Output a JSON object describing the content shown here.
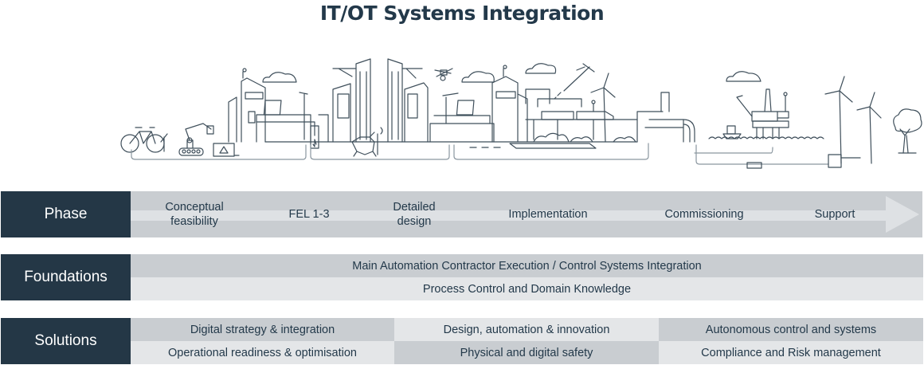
{
  "title": "IT/OT Systems Integration",
  "colors": {
    "navy": "#243746",
    "band_dark": "#c9cdd1",
    "band_light": "#e4e6e8",
    "text": "#23394a",
    "line_art": "#3f4f5b"
  },
  "illustration": {
    "description": "Line-art panorama: bicycle, robotic arm on conveyor, recycling bin, city buildings with solar panels, street lamp, EV charger, robot dog, drone, clouds, airplane, monorail train, wind turbines, factory, offshore oil platform, boat, sea waves, underground cables, tree"
  },
  "phase": {
    "label": "Phase",
    "steps": [
      {
        "label": "Conceptual\nfeasibility"
      },
      {
        "label": "FEL 1-3"
      },
      {
        "label": "Detailed\ndesign"
      },
      {
        "label": "Implementation"
      },
      {
        "label": "Commissioning"
      },
      {
        "label": "Support"
      }
    ]
  },
  "foundations": {
    "label": "Foundations",
    "rows": [
      {
        "label": "Main Automation Contractor Execution / Control Systems Integration"
      },
      {
        "label": "Process Control and Domain Knowledge"
      }
    ]
  },
  "solutions": {
    "label": "Solutions",
    "cells": [
      {
        "label": "Digital strategy & integration"
      },
      {
        "label": "Design, automation & innovation"
      },
      {
        "label": "Autonomous control and systems"
      },
      {
        "label": "Operational readiness & optimisation"
      },
      {
        "label": "Physical and digital safety"
      },
      {
        "label": "Compliance and Risk management"
      }
    ]
  }
}
